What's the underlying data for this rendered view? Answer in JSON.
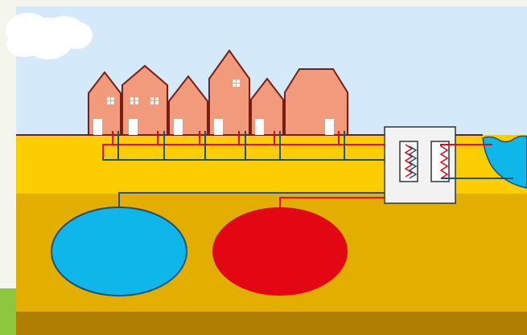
{
  "scene": {
    "colors": {
      "page_background": "#f4f6ee",
      "sky": "#d4eafa",
      "cloud": "#ffffff",
      "topsoil": "#fccd00",
      "subsoil": "#e2ae00",
      "bedrock": "#b07e00",
      "green_accent": "#8dc63f",
      "houses": "#f29b7c",
      "house_outline": "#7a1d12",
      "door": "#ffffff",
      "water": "#0fb6ea",
      "water_outline": "#1d4f73",
      "hot_line": "#e30613",
      "cold_line": "#1d4f73",
      "plant_box": "#f2f2f2",
      "plant_outline": "#333333"
    },
    "houses": [
      {
        "name": "house-1",
        "windows": 1
      },
      {
        "name": "house-2",
        "windows": 2
      },
      {
        "name": "house-3",
        "windows": 0
      },
      {
        "name": "house-4",
        "windows": 1
      },
      {
        "name": "house-5",
        "windows": 0
      },
      {
        "name": "house-6",
        "windows": 0
      }
    ],
    "components": [
      "cold-water-reservoir",
      "warm-water-reservoir",
      "heat-exchanger-unit",
      "surface-water-body",
      "district-pipe-network"
    ]
  }
}
